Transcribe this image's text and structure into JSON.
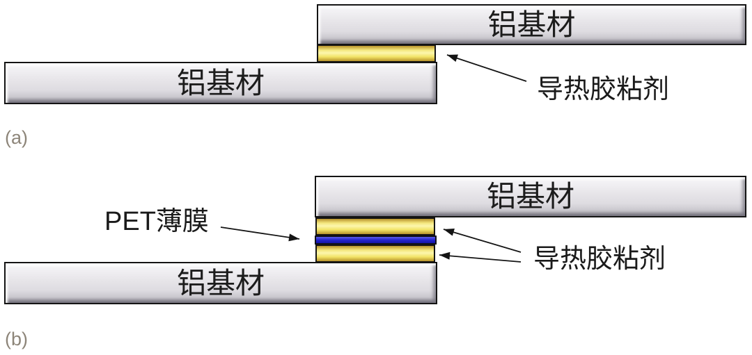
{
  "figure_type": "layer-structure-diagram",
  "panel_a": {
    "caption": "(a)",
    "top_substrate_label": "铝基材",
    "bottom_substrate_label": "铝基材",
    "adhesive_callout": "导热胶粘剂"
  },
  "panel_b": {
    "caption": "(b)",
    "top_substrate_label": "铝基材",
    "bottom_substrate_label": "铝基材",
    "adhesive_callout": "导热胶粘剂",
    "pet_callout": "PET薄膜"
  },
  "colors": {
    "background": "#ffffff",
    "substrate_fill": "#e6e4e8",
    "adhesive_fill": "#f2e366",
    "adhesive_highlight": "#fcf6ad",
    "adhesive_shadow": "#b7922b",
    "pet_fill": "#2424ce",
    "outline": "#141414",
    "arrow": "#141414",
    "caption": "#8d8579"
  }
}
